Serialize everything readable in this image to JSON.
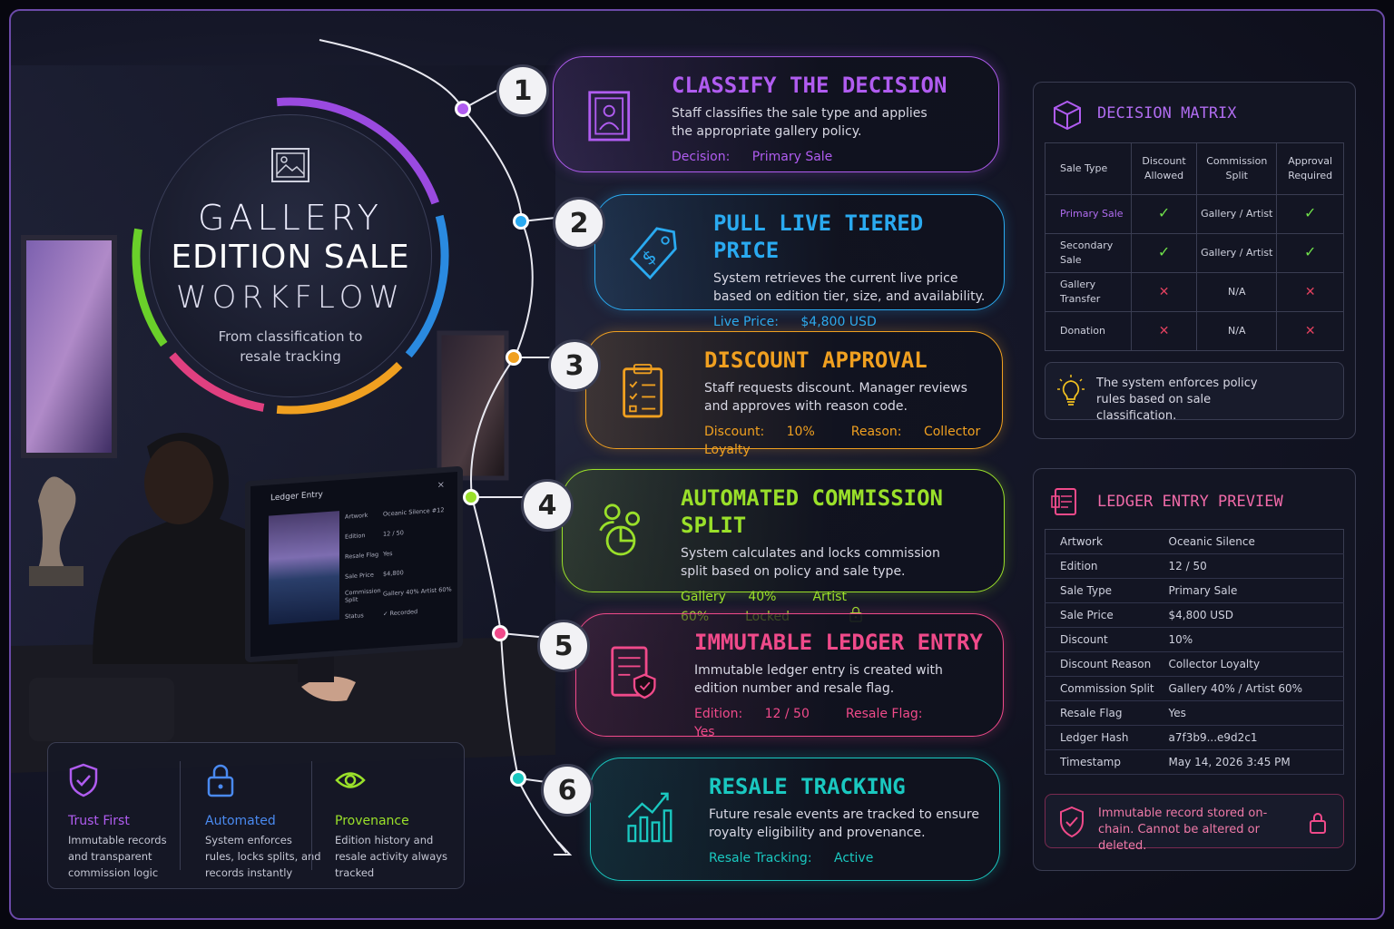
{
  "title": {
    "line1": "GALLERY",
    "line2": "EDITION SALE",
    "line3": "WORKFLOW",
    "subtitle": "From classification to resale tracking"
  },
  "steps": [
    {
      "num": "1",
      "title": "CLASSIFY THE DECISION",
      "desc": "Staff classifies the sale type and applies the appropriate gallery policy.",
      "meta": [
        {
          "label": "Decision:",
          "value": "Primary Sale"
        }
      ],
      "color": "#b05cf0",
      "icon": "framed-portrait-icon"
    },
    {
      "num": "2",
      "title": "PULL LIVE TIERED PRICE",
      "desc": "System retrieves the current live price based on edition tier, size, and availability.",
      "meta": [
        {
          "label": "Live Price:",
          "value": "$4,800 USD"
        }
      ],
      "color": "#2aaaf0",
      "icon": "price-tag-icon"
    },
    {
      "num": "3",
      "title": "DISCOUNT APPROVAL",
      "desc": "Staff requests discount. Manager reviews and approves with reason code.",
      "meta": [
        {
          "label": "Discount:",
          "value": "10%"
        },
        {
          "label": "Reason:",
          "value": "Collector Loyalty"
        }
      ],
      "color": "#f0a020",
      "icon": "checklist-icon"
    },
    {
      "num": "4",
      "title": "AUTOMATED COMMISSION SPLIT",
      "desc": "System calculates and locks commission split based on policy and sale type.",
      "meta": [
        {
          "label": "Gallery",
          "value": "40%"
        },
        {
          "label": "Artist",
          "value": "60%"
        },
        {
          "label": "Locked",
          "value": ""
        }
      ],
      "color": "#9ae02a",
      "icon": "people-pie-icon"
    },
    {
      "num": "5",
      "title": "IMMUTABLE LEDGER ENTRY",
      "desc": "Immutable ledger entry is created with edition number and resale flag.",
      "meta": [
        {
          "label": "Edition:",
          "value": "12 / 50"
        },
        {
          "label": "Resale Flag:",
          "value": "Yes"
        }
      ],
      "color": "#f04a8a",
      "icon": "document-shield-icon"
    },
    {
      "num": "6",
      "title": "RESALE TRACKING",
      "desc": "Future resale events are tracked to ensure royalty eligibility and provenance.",
      "meta": [
        {
          "label": "Resale Tracking:",
          "value": "Active"
        }
      ],
      "color": "#1ac8c0",
      "icon": "growth-chart-icon"
    }
  ],
  "matrix": {
    "title": "DECISION MATRIX",
    "headers": [
      "Sale Type",
      "Discount Allowed",
      "Commission Split",
      "Approval Required"
    ],
    "rows": [
      [
        "Primary Sale",
        "check",
        "Gallery / Artist",
        "check"
      ],
      [
        "Secondary Sale",
        "check",
        "Gallery / Artist",
        "check"
      ],
      [
        "Gallery Transfer",
        "cross",
        "N/A",
        "cross"
      ],
      [
        "Donation",
        "cross",
        "N/A",
        "cross"
      ]
    ],
    "note": "The system enforces policy rules based on sale classification."
  },
  "ledger": {
    "title": "LEDGER ENTRY PREVIEW",
    "rows": [
      [
        "Artwork",
        "Oceanic Silence"
      ],
      [
        "Edition",
        "12 / 50"
      ],
      [
        "Sale Type",
        "Primary Sale"
      ],
      [
        "Sale Price",
        "$4,800 USD"
      ],
      [
        "Discount",
        "10%"
      ],
      [
        "Discount Reason",
        "Collector Loyalty"
      ],
      [
        "Commission Split",
        "Gallery 40% / Artist 60%"
      ],
      [
        "Resale Flag",
        "Yes"
      ],
      [
        "Ledger Hash",
        "a7f3b9...e9d2c1"
      ],
      [
        "Timestamp",
        "May 14, 2026 3:45 PM"
      ]
    ],
    "note": "Immutable record stored on-chain. Cannot be altered or deleted."
  },
  "features": [
    {
      "title": "Trust First",
      "desc": "Immutable records and transparent commission logic",
      "color": "#b05cf0",
      "icon": "shield-check-icon"
    },
    {
      "title": "Automated",
      "desc": "System enforces rules, locks splits, and records instantly",
      "color": "#4a8af0",
      "icon": "padlock-icon"
    },
    {
      "title": "Provenance",
      "desc": "Edition history and resale activity always tracked",
      "color": "#9ae02a",
      "icon": "eye-icon"
    }
  ],
  "monitor": {
    "title": "Ledger Entry",
    "close": "×",
    "rows": [
      [
        "Artwork",
        "Oceanic Silence #12"
      ],
      [
        "Edition",
        "12 / 50"
      ],
      [
        "Resale Flag",
        "Yes"
      ],
      [
        "Sale Price",
        "$4,800"
      ],
      [
        "Commission Split",
        "Gallery 40%  Artist 60%"
      ],
      [
        "Status",
        "✓ Recorded"
      ]
    ]
  },
  "colors": {
    "ring": [
      "#9a4ae0",
      "#2a8ae0",
      "#f0a020",
      "#e04080",
      "#6ad02a"
    ]
  }
}
